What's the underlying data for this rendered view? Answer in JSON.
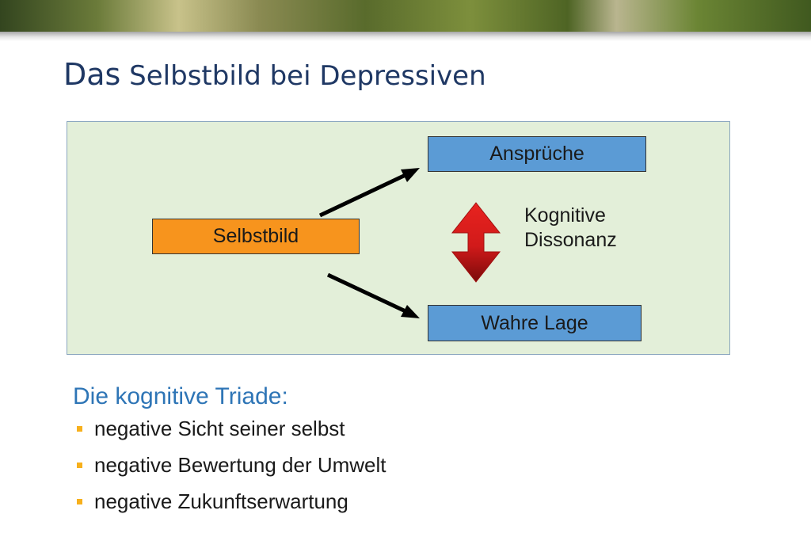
{
  "slide": {
    "title_first": "Das",
    "title_rest": " Selbstbild bei Depressiven"
  },
  "diagram": {
    "self_image": "Selbstbild",
    "claims": "Ansprüche",
    "reality": "Wahre Lage",
    "dissonance_line1": "Kognitive",
    "dissonance_line2": "Dissonanz"
  },
  "triad": {
    "heading": "Die kognitive Triade:",
    "items": [
      "negative Sicht seiner selbst",
      "negative Bewertung der Umwelt",
      "negative Zukunftserwartung"
    ]
  },
  "colors": {
    "panel_bg": "#e3efd9",
    "orange_box": "#f7941d",
    "blue_box": "#5b9bd5",
    "red_arrow": "#d11a1a",
    "heading_blue": "#2e75b6",
    "bullet": "#f7b01c"
  }
}
